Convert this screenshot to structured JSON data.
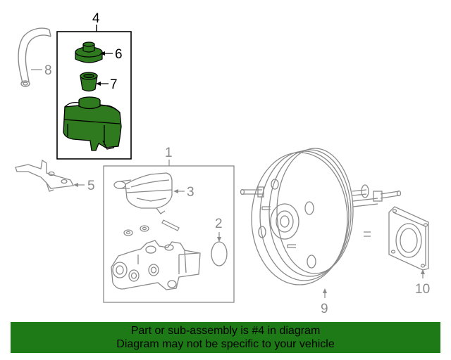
{
  "callouts": {
    "c1": "1",
    "c2": "2",
    "c3": "3",
    "c4": "4",
    "c5": "5",
    "c6": "6",
    "c7": "7",
    "c8": "8",
    "c9": "9",
    "c10": "10"
  },
  "banner": {
    "line1": "Part or sub-assembly is #4 in diagram",
    "line2": "Diagram may not be specific to your vehicle"
  },
  "colors": {
    "highlight_fill": "#2f7a1f",
    "banner_bg": "#1e7a16",
    "line_gray": "#8a8a8a",
    "ink": "#000000"
  }
}
